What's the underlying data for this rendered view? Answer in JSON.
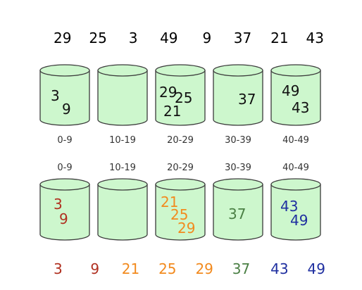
{
  "input_sequence": [
    "29",
    "25",
    "3",
    "49",
    "9",
    "37",
    "21",
    "43"
  ],
  "range_labels": [
    "0-9",
    "10-19",
    "20-29",
    "30-39",
    "40-49"
  ],
  "scatter_buckets": [
    [
      "3",
      "9"
    ],
    [],
    [
      "29",
      "25",
      "21"
    ],
    [
      "37"
    ],
    [
      "49",
      "43"
    ]
  ],
  "sorted_buckets": [
    [
      "3",
      "9"
    ],
    [],
    [
      "21",
      "25",
      "29"
    ],
    [
      "37"
    ],
    [
      "43",
      "49"
    ]
  ],
  "output_sequence": [
    "3",
    "9",
    "21",
    "25",
    "29",
    "37",
    "43",
    "49"
  ],
  "colors": {
    "bucket_fill": "#cdf7cd",
    "bucket_stroke": "#3a3a3a",
    "text_default": "#111111",
    "range_label": "#333333",
    "bucket_0_sorted": "#b03020",
    "bucket_2_sorted": "#f28a1e",
    "bucket_3_sorted": "#4a7f44",
    "bucket_4_sorted": "#1f2fa0"
  }
}
